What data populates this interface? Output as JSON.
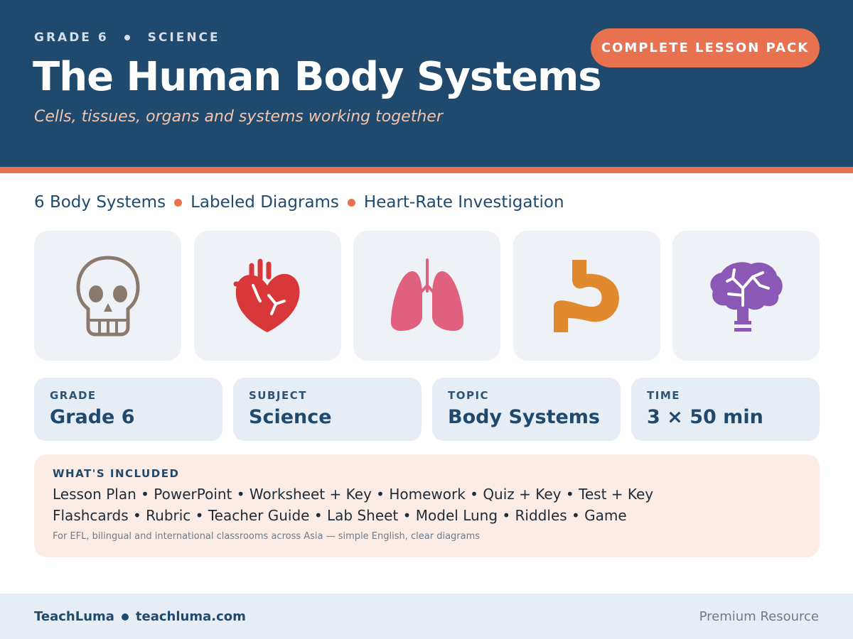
{
  "header": {
    "grade_tag": "GRADE 6",
    "subject_tag": "SCIENCE",
    "title": "The Human Body Systems",
    "subtitle": "Cells, tissues, organs and systems working together",
    "pack_label": "COMPLETE LESSON PACK"
  },
  "features": [
    "6 Body Systems",
    "Labeled Diagrams",
    "Heart-Rate Investigation"
  ],
  "tiles": [
    {
      "icon": "skull-icon",
      "color": "#8a7a6e"
    },
    {
      "icon": "heart-icon",
      "color": "#d8383a"
    },
    {
      "icon": "lungs-icon",
      "color": "#e0607f"
    },
    {
      "icon": "stomach-icon",
      "color": "#e0892e"
    },
    {
      "icon": "brain-icon",
      "color": "#8b58b6"
    }
  ],
  "cards": [
    {
      "label": "GRADE",
      "value": "Grade 6"
    },
    {
      "label": "SUBJECT",
      "value": "Science"
    },
    {
      "label": "TOPIC",
      "value": "Body Systems"
    },
    {
      "label": "TIME",
      "value": "3 × 50 min"
    }
  ],
  "included": {
    "title": "WHAT'S INCLUDED",
    "line1": "Lesson Plan • PowerPoint • Worksheet + Key • Homework • Quiz + Key • Test + Key",
    "line2": "Flashcards • Rubric • Teacher Guide • Lab Sheet • Model Lung • Riddles • Game",
    "note": "For EFL, bilingual and international classrooms across Asia — simple English, clear diagrams"
  },
  "footer": {
    "brand": "TeachLuma",
    "site": "teachluma.com",
    "tag": "Premium Resource"
  },
  "colors": {
    "navy": "#1f4a6e",
    "accent": "#e8714f"
  }
}
